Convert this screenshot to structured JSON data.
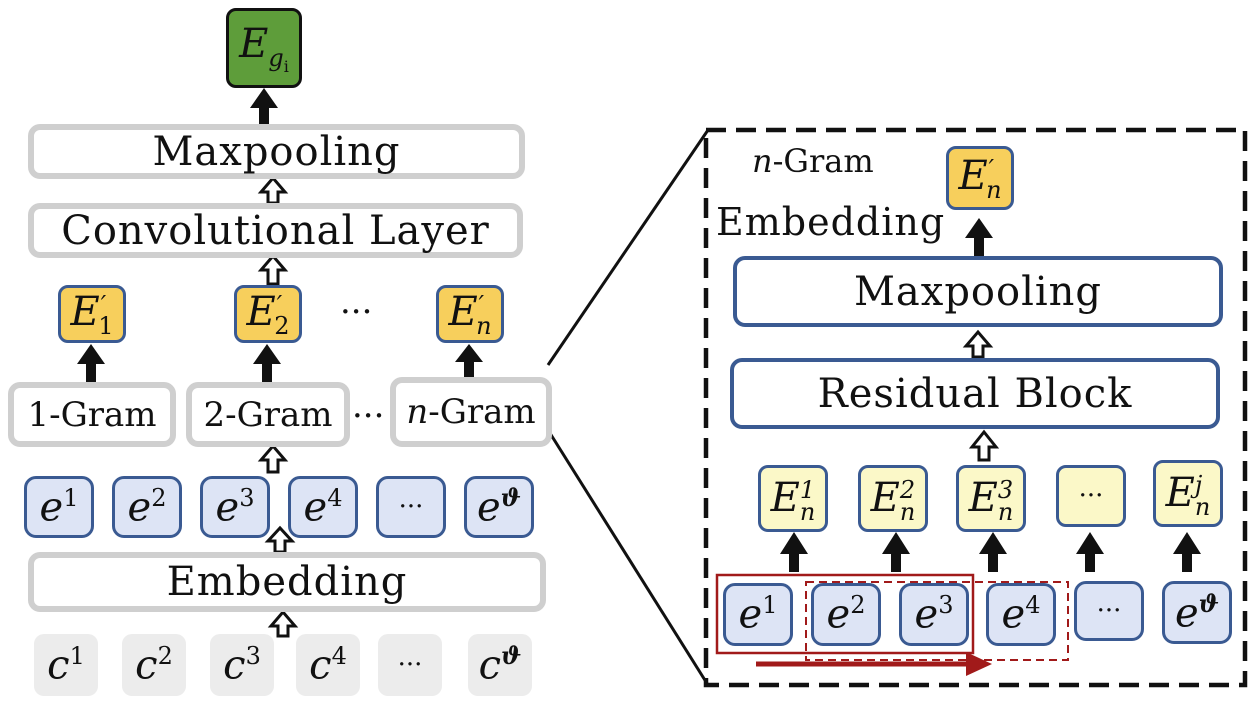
{
  "left": {
    "output": {
      "base": "E",
      "sub": "g",
      "subsub": "i"
    },
    "maxpooling_label": "Maxpooling",
    "conv_label": "Convolutional Layer",
    "ngram_embeddings": [
      {
        "base": "E",
        "prime": "′",
        "sub": "1"
      },
      {
        "base": "E",
        "prime": "′",
        "sub": "2"
      },
      {
        "base": "E",
        "prime": "′",
        "sub": "n"
      }
    ],
    "embeddings_ellipsis": "···",
    "gram_labels": [
      "1-Gram",
      "2-Gram",
      "-Gram"
    ],
    "gram_n": "n",
    "gram_ellipsis": "···",
    "tokens": [
      {
        "base": "e",
        "sup": "1"
      },
      {
        "base": "e",
        "sup": "2"
      },
      {
        "base": "e",
        "sup": "3"
      },
      {
        "base": "e",
        "sup": "4"
      },
      {
        "base": "···",
        "sup": ""
      },
      {
        "base": "e",
        "sup": "ϑ"
      }
    ],
    "embedding_label": "Embedding",
    "chars": [
      {
        "base": "c",
        "sup": "1"
      },
      {
        "base": "c",
        "sup": "2"
      },
      {
        "base": "c",
        "sup": "3"
      },
      {
        "base": "c",
        "sup": "4"
      },
      {
        "base": "···",
        "sup": ""
      },
      {
        "base": "c",
        "sup": "ϑ"
      }
    ]
  },
  "right": {
    "title_n": "n",
    "title_rest": "-Gram",
    "title_line2": "Embedding",
    "output": {
      "base": "E",
      "prime": "′",
      "sub": "n"
    },
    "maxpooling_label": "Maxpooling",
    "residual_label": "Residual Block",
    "window_outputs": [
      {
        "base": "E",
        "sup": "1",
        "sub": "n"
      },
      {
        "base": "E",
        "sup": "2",
        "sub": "n"
      },
      {
        "base": "E",
        "sup": "3",
        "sub": "n"
      },
      {
        "base": "···",
        "sup": "",
        "sub": ""
      },
      {
        "base": "E",
        "sup": "j",
        "sub": "n"
      }
    ],
    "tokens": [
      {
        "base": "e",
        "sup": "1"
      },
      {
        "base": "e",
        "sup": "2"
      },
      {
        "base": "e",
        "sup": "3"
      },
      {
        "base": "e",
        "sup": "4"
      },
      {
        "base": "···",
        "sup": ""
      },
      {
        "base": "e",
        "sup": "ϑ"
      }
    ]
  },
  "colors": {
    "gray_border": "#cfcfcf",
    "blue_border": "#3a5a92",
    "token_fill": "#dde4f5",
    "gold_fill": "#f7cf5c",
    "cream_fill": "#fbf8c8",
    "green_fill": "#5e9d3a",
    "window_red": "#a11a1a"
  }
}
